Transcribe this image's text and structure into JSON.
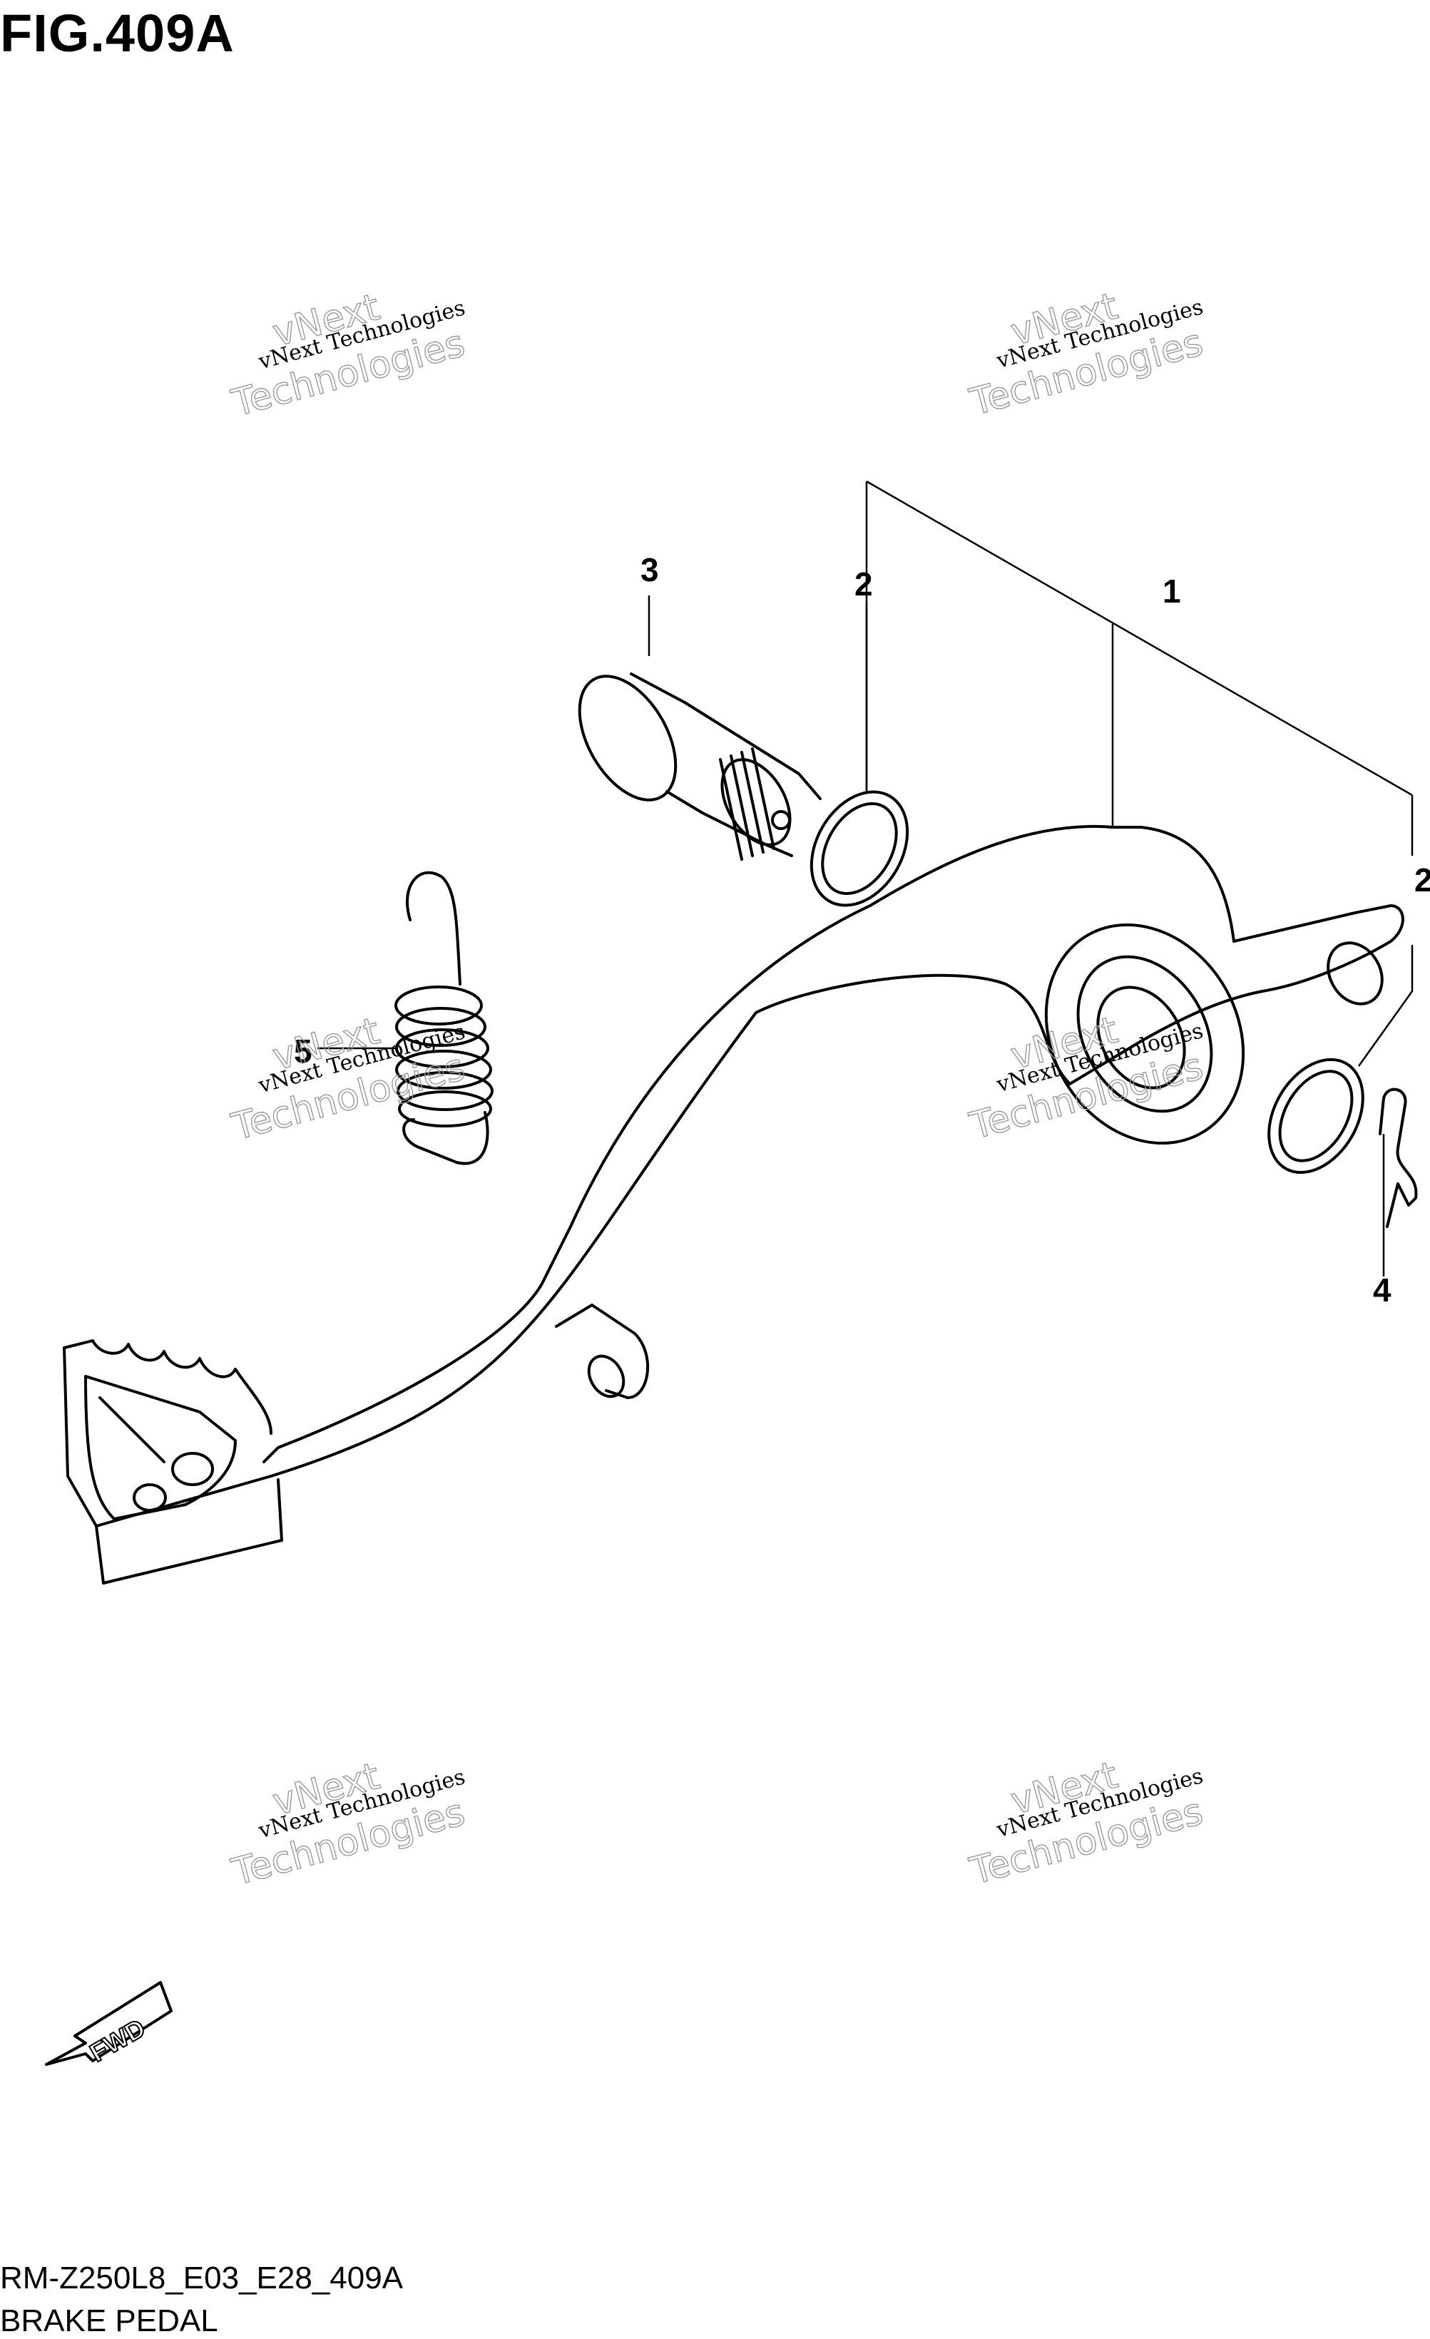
{
  "header": {
    "figure_title": "FIG.409A"
  },
  "callouts": [
    "1",
    "2",
    "2",
    "3",
    "4",
    "5"
  ],
  "watermark": {
    "line1": "vNext Technologies",
    "line2": "vNext",
    "line3": "Technologies"
  },
  "fwd_label": "FWD",
  "footer": {
    "diagram_code": "RM-Z250L8_E03_E28_409A",
    "diagram_name": "BRAKE PEDAL"
  }
}
